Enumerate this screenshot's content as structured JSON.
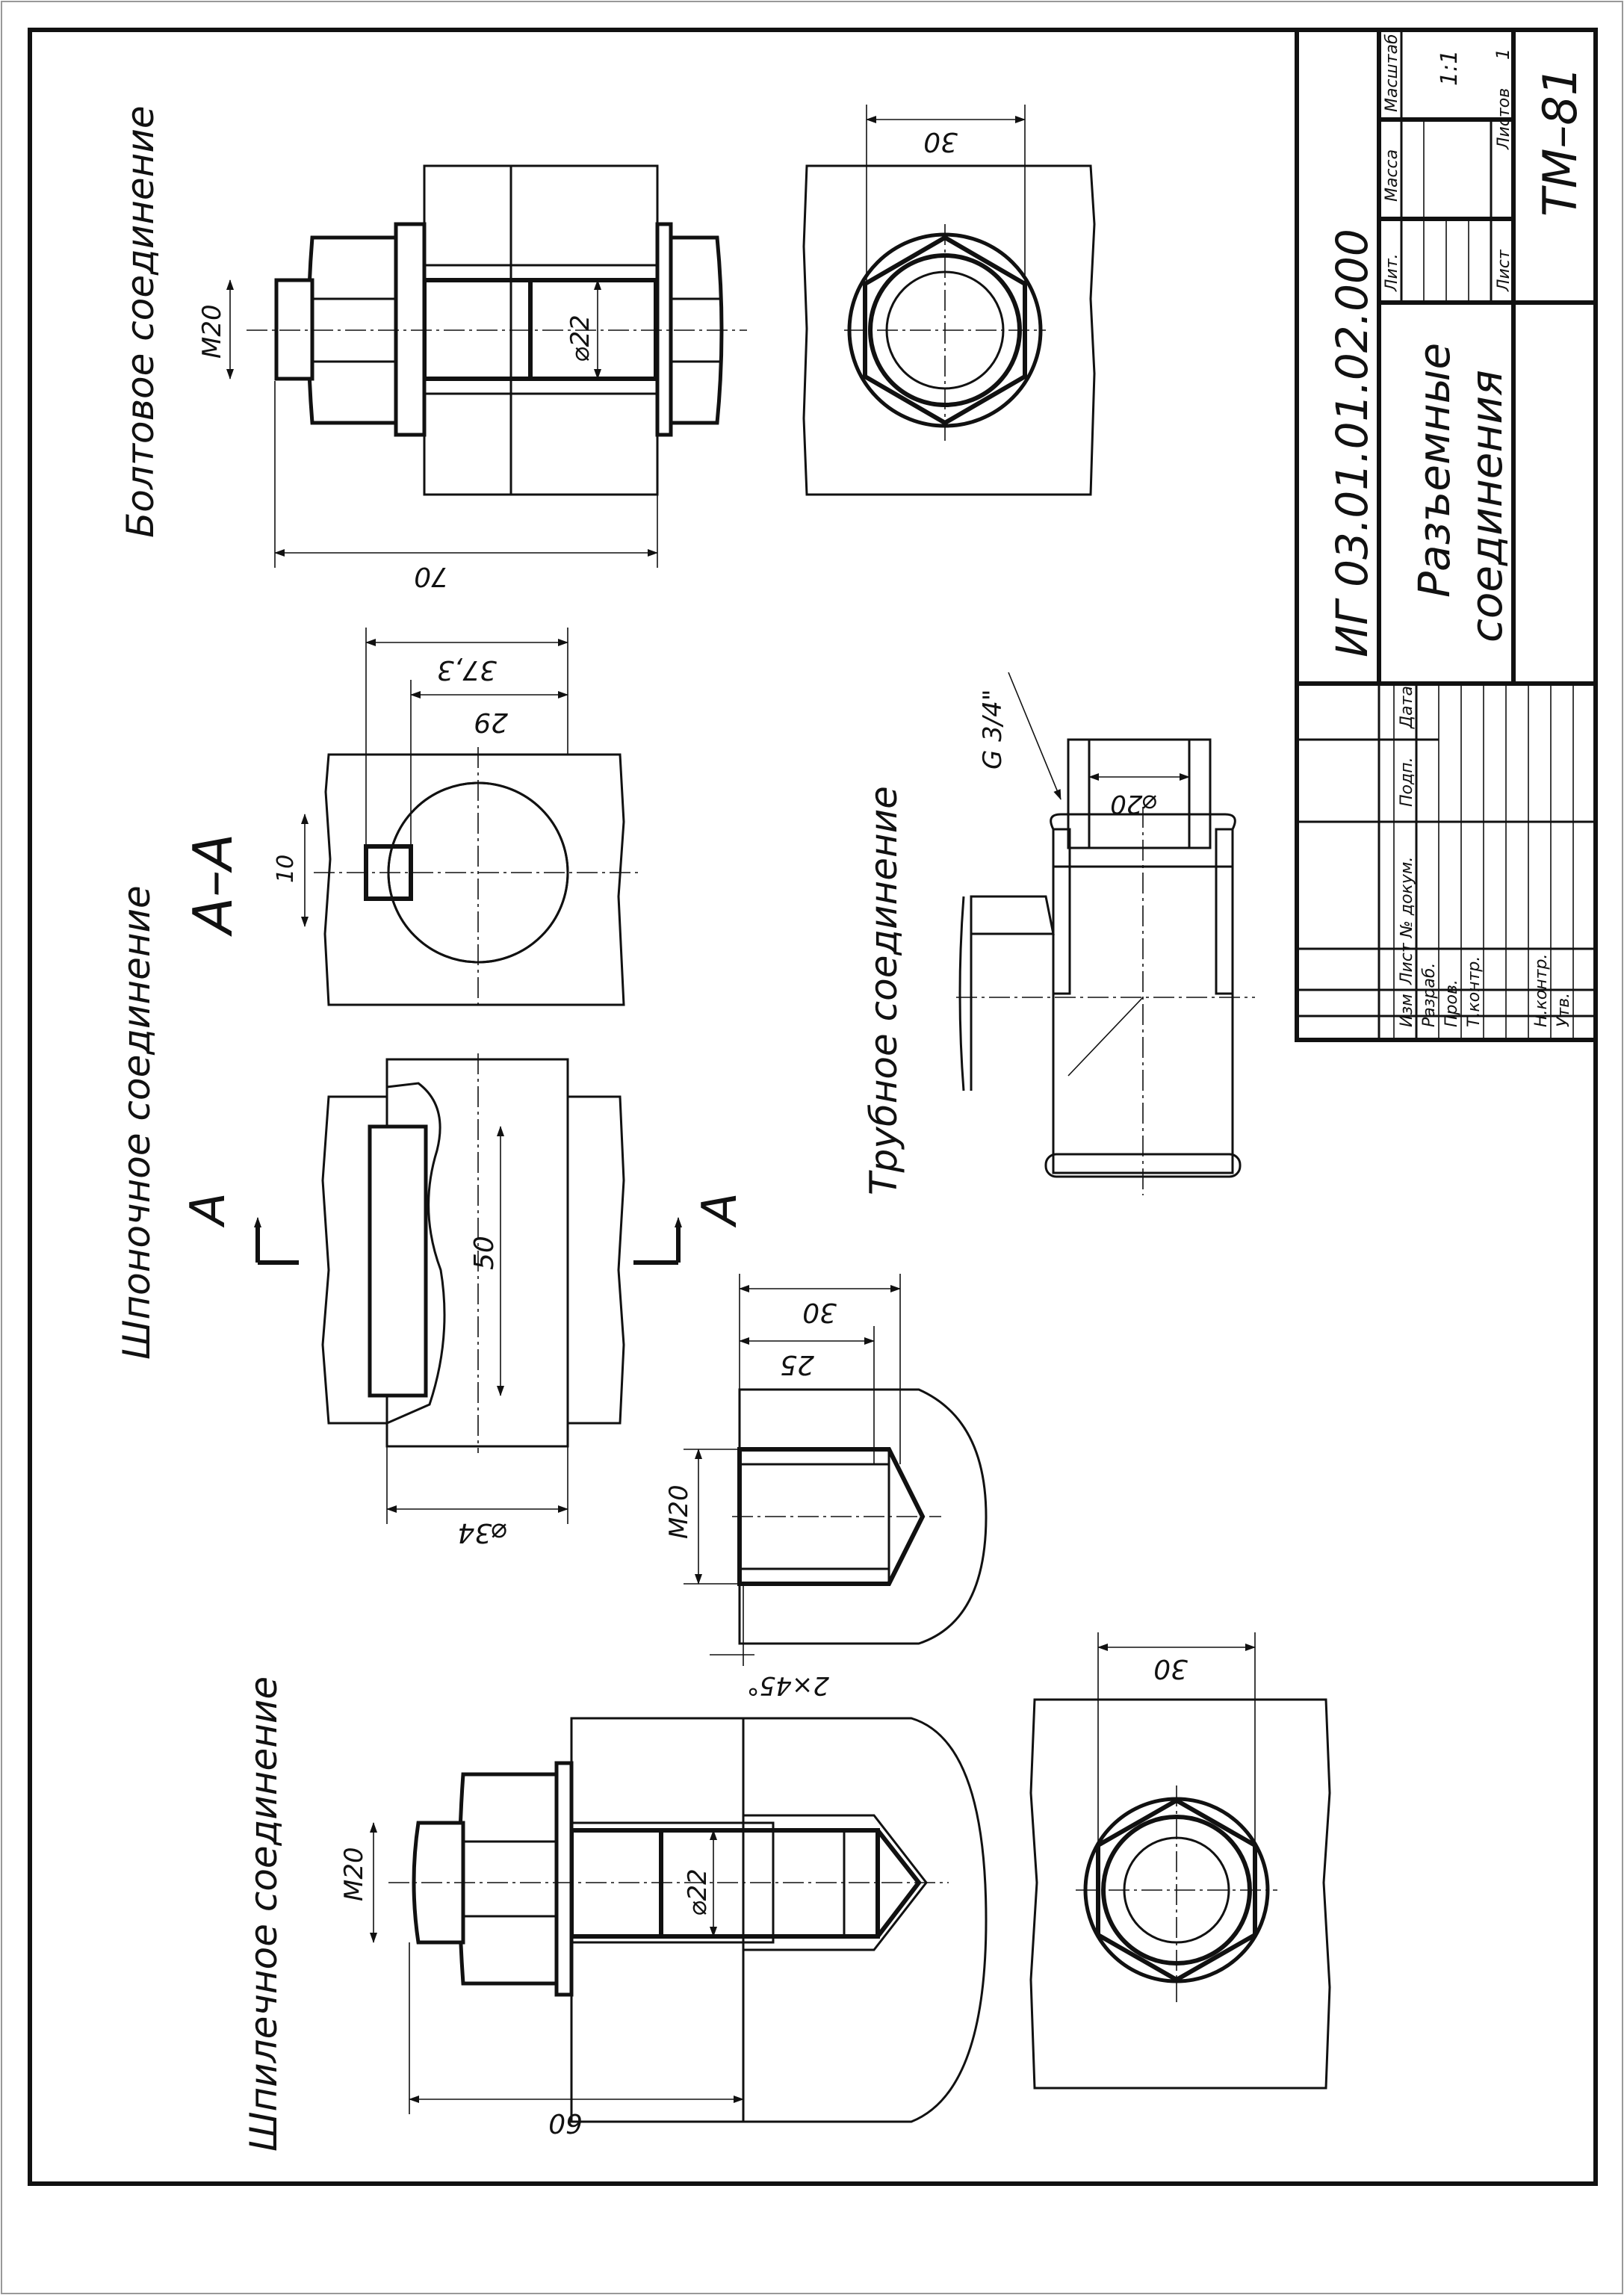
{
  "drawing": {
    "code": "ИГ 03.01.01.02.000",
    "title_line1": "Разъемные",
    "title_line2": "соединения",
    "group": "ТМ–81"
  },
  "titleblock": {
    "lit": "Лит.",
    "massa": "Масса",
    "masshtab": "Масштаб",
    "scale": "1:1",
    "list": "Лист",
    "listov": "Листов",
    "sheets": "1",
    "izm": "Изм",
    "list_col": "Лист",
    "docnum": "№ докум.",
    "podp": "Подп.",
    "data": "Дата",
    "razrab": "Разраб.",
    "prov": "Пров.",
    "tkontr": "Т.контр.",
    "nkontr": "Н.контр.",
    "utv": "Утв."
  },
  "views": {
    "bolt": {
      "title": "Болтовое соединение",
      "m20": "M20",
      "d22": "⌀22",
      "len": "70",
      "nut": "30"
    },
    "key": {
      "title": "Шпоночное соединение",
      "len": "50",
      "dia": "⌀34",
      "section": "А–А",
      "mark_a1": "А",
      "mark_a2": "А",
      "key_w": "10",
      "d29": "29",
      "d373": "37,3"
    },
    "hole": {
      "m20": "M20",
      "d25": "25",
      "d30": "30",
      "chamfer": "2×45°"
    },
    "pipe": {
      "title": "Трубное соединение",
      "thread": "G 3/4\"",
      "dia": "⌀20"
    },
    "stud": {
      "title": "Шпилечное соединение",
      "m20": "M20",
      "d22": "⌀22",
      "len": "60",
      "nut": "30"
    }
  }
}
